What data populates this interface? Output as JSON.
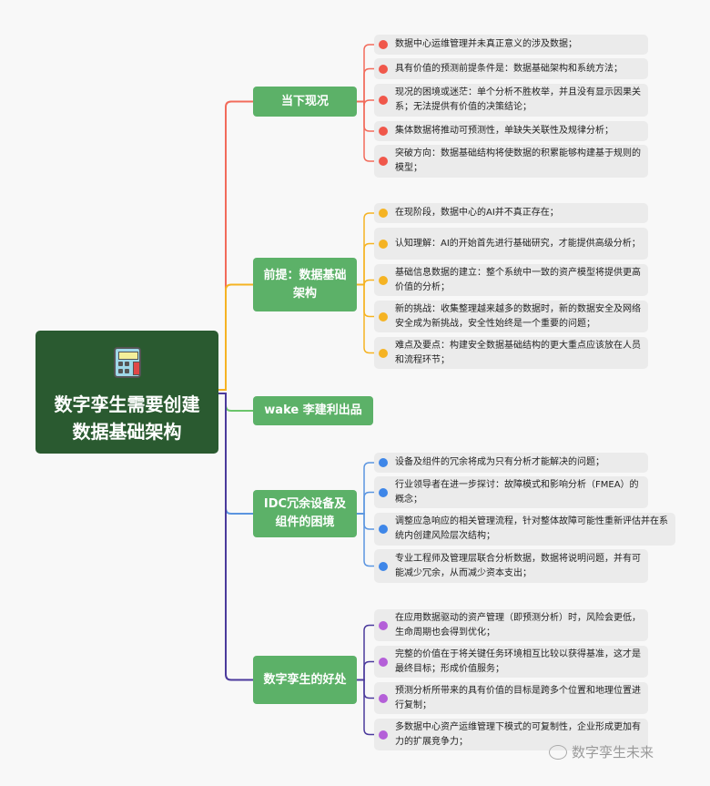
{
  "root": {
    "title": "数字孪生需要创建数据基础架构",
    "icon": "calculator-icon"
  },
  "colors": {
    "red": "#f0574a",
    "yellow": "#f5b323",
    "green": "#5cb168",
    "blue": "#3e86e8",
    "purple": "#b45fd8",
    "root": "#2a5a30"
  },
  "branches": [
    {
      "label": "当下现况",
      "items": [
        "数据中心运维管理并未真正意义的涉及数据；",
        "具有价值的预测前提条件是：数据基础架构和系统方法；",
        "现况的困境或迷茫：单个分析不胜枚举，并且没有显示因果关系；无法提供有价值的决策结论；",
        "集体数据将推动可预测性，单缺失关联性及规律分析；",
        "突破方向：数据基础结构将使数据的积累能够构建基于规则的模型；"
      ]
    },
    {
      "label": "前提：数据基础架构",
      "items": [
        "在现阶段，数据中心的AI并不真正存在；",
        "认知理解：AI的开始首先进行基础研究，才能提供高级分析；",
        "基础信息数据的建立：整个系统中一致的资产模型将提供更高价值的分析；",
        "新的挑战：收集整理越来越多的数据时，新的数据安全及网络安全成为新挑战，安全性始终是一个重要的问题；",
        "难点及要点：构建安全数据基础结构的更大重点应该放在人员和流程环节；"
      ]
    },
    {
      "label": "wake 李建利出品",
      "items": []
    },
    {
      "label": "IDC冗余设备及组件的困境",
      "items": [
        "设备及组件的冗余将成为只有分析才能解决的问题；",
        "行业领导者在进一步探讨：故障模式和影响分析（FMEA）的概念；",
        "调整应急响应的相关管理流程，针对整体故障可能性重新评估并在系统内创建风险层次结构；",
        "专业工程师及管理层联合分析数据，数据将说明问题，并有可能减少冗余，从而减少资本支出；"
      ]
    },
    {
      "label": "数字孪生的好处",
      "items": [
        "在应用数据驱动的资产管理（即预测分析）时，风险会更低，生命周期也会得到优化；",
        "完整的价值在于将关键任务环境相互比较以获得基准，这才是最终目标；形成价值服务；",
        "预测分析所带来的具有价值的目标是跨多个位置和地理位置进行复制；",
        "多数据中心资产运维管理下模式的可复制性，企业形成更加有力的扩展竞争力；"
      ]
    }
  ],
  "watermark": "数字孪生未来"
}
